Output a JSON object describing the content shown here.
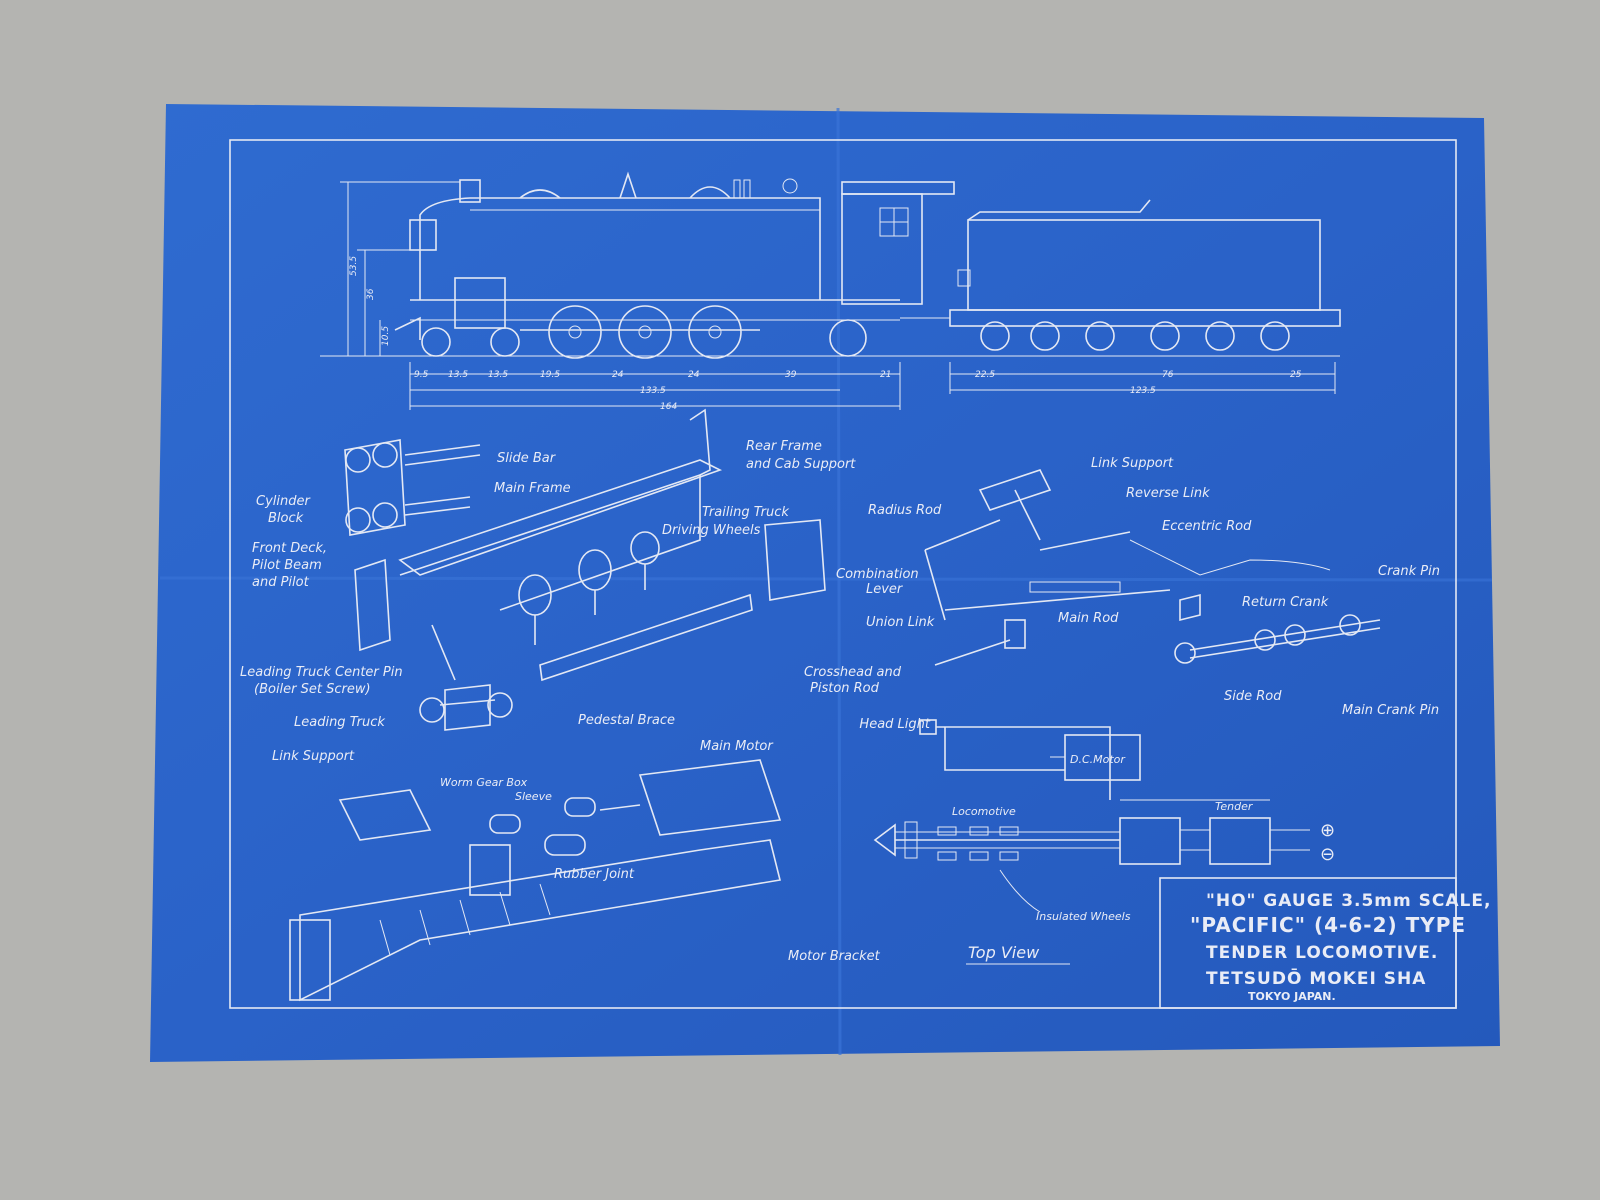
{
  "colors": {
    "blueprint": "#2a62c8",
    "line": "#e3e8f4",
    "background": "#b4b4b1"
  },
  "side_view": {
    "vertical_dims": [
      "53.5",
      "36",
      "10.5"
    ],
    "horizontal_dims": [
      "9.5",
      "13.5",
      "13.5",
      "19.5",
      "24",
      "24",
      "39",
      "21",
      "22.5",
      "76",
      "25"
    ],
    "totals": [
      "133.5",
      "164",
      "123.5"
    ]
  },
  "labels": {
    "slide_bar": "Slide Bar",
    "rear_frame_1": "Rear Frame",
    "rear_frame_2": "and Cab Support",
    "main_frame": "Main Frame",
    "cylinder_block_1": "Cylinder",
    "cylinder_block_2": "Block",
    "trailing_truck": "Trailing Truck",
    "driving_wheels": "Driving Wheels",
    "front_deck_1": "Front Deck,",
    "front_deck_2": "Pilot Beam",
    "front_deck_3": "and Pilot",
    "leading_truck_pin_1": "Leading Truck Center Pin",
    "leading_truck_pin_2": "(Boiler Set Screw)",
    "leading_truck": "Leading Truck",
    "pedestal_brace": "Pedestal Brace",
    "link_support_left": "Link Support",
    "worm_gear_box": "Worm Gear Box",
    "sleeve": "Sleeve",
    "main_motor": "Main Motor",
    "rubber_joint": "Rubber Joint",
    "motor_bracket": "Motor Bracket",
    "link_support_right": "Link Support",
    "reverse_link": "Reverse Link",
    "radius_rod": "Radius Rod",
    "eccentric_rod": "Eccentric Rod",
    "combination_lever_1": "Combination",
    "combination_lever_2": "Lever",
    "crank_pin": "Crank Pin",
    "return_crank": "Return Crank",
    "union_link": "Union Link",
    "main_rod": "Main Rod",
    "crosshead_1": "Crosshead and",
    "crosshead_2": "Piston Rod",
    "side_rod": "Side Rod",
    "main_crank_pin": "Main Crank Pin",
    "head_light": "Head Light",
    "dc_motor": "D.C.Motor",
    "locomotive": "Locomotive",
    "tender": "Tender",
    "insulated_wheels": "Insulated Wheels",
    "top_view": "Top View",
    "plus": "⊕",
    "minus": "⊖"
  },
  "title_block": {
    "line1": "\"HO\" GAUGE 3.5mm SCALE,",
    "line2": "\"PACIFIC\" (4-6-2) TYPE",
    "line3": "TENDER LOCOMOTIVE.",
    "line4": "TETSUDŌ MOKEI SHA",
    "line5": "TOKYO JAPAN."
  }
}
